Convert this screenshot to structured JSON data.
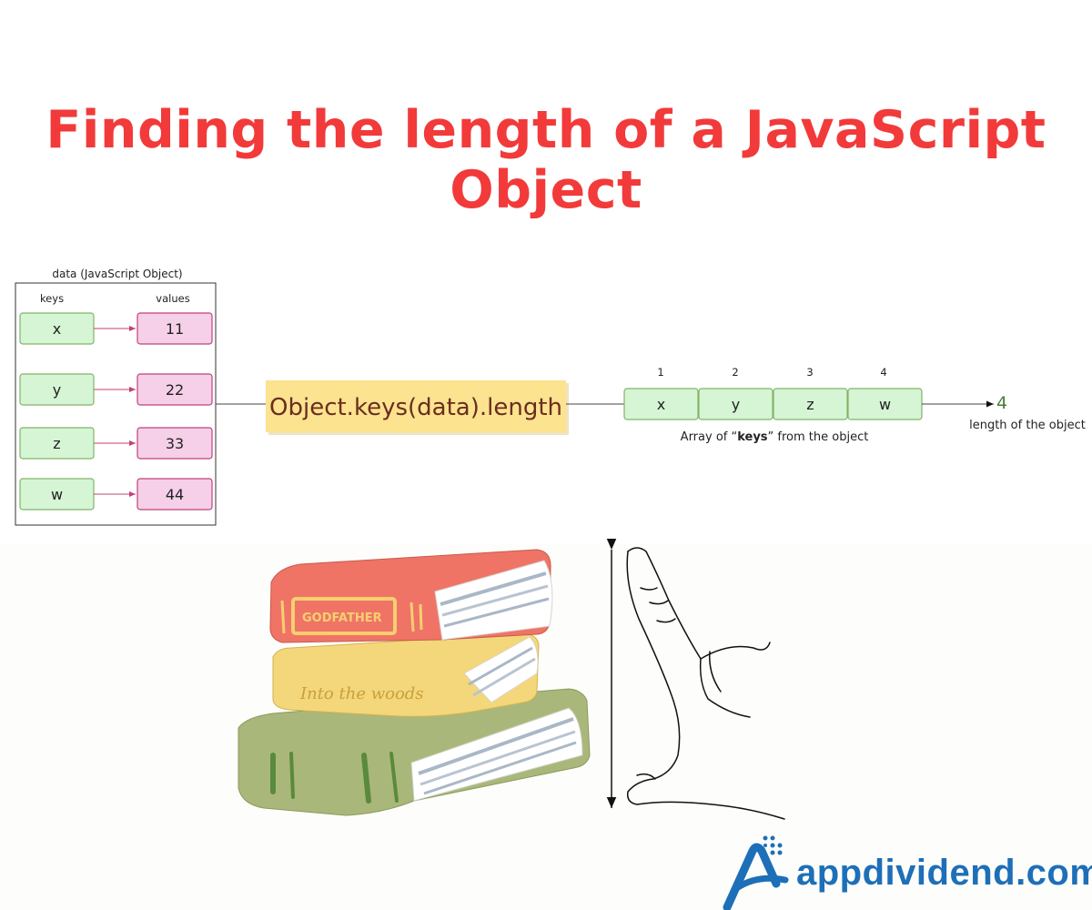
{
  "title": "Finding the length of a JavaScript Object",
  "diagram": {
    "object_label": "data (JavaScript Object)",
    "keys_header": "keys",
    "values_header": "values",
    "entries": [
      {
        "key": "x",
        "value": "11"
      },
      {
        "key": "y",
        "value": "22"
      },
      {
        "key": "z",
        "value": "33"
      },
      {
        "key": "w",
        "value": "44"
      }
    ],
    "method_call": "Object.keys(data).length",
    "array_indices": [
      "1",
      "2",
      "3",
      "4"
    ],
    "array_keys": [
      "x",
      "y",
      "z",
      "w"
    ],
    "array_caption_before": "Array of “",
    "array_caption_bold": "keys",
    "array_caption_after": "” from the object",
    "result_value": "4",
    "result_label": "length of the object"
  },
  "illustration": {
    "book_titles": [
      "GODFATHER",
      "Into the woods"
    ]
  },
  "brand": {
    "name": "appdividend.com",
    "colors": {
      "primary": "#1d6fb8",
      "accent": "#f23a3a"
    }
  },
  "colors": {
    "key_fill": "#d5f5d5",
    "key_stroke": "#82b366",
    "value_fill": "#f5d0e8",
    "value_stroke": "#c2407a",
    "method_fill": "#fbe38f",
    "method_text": "#6b2d1e",
    "book_red": "#ef7466",
    "book_yellow": "#f3d77a",
    "book_green": "#aab77a"
  }
}
